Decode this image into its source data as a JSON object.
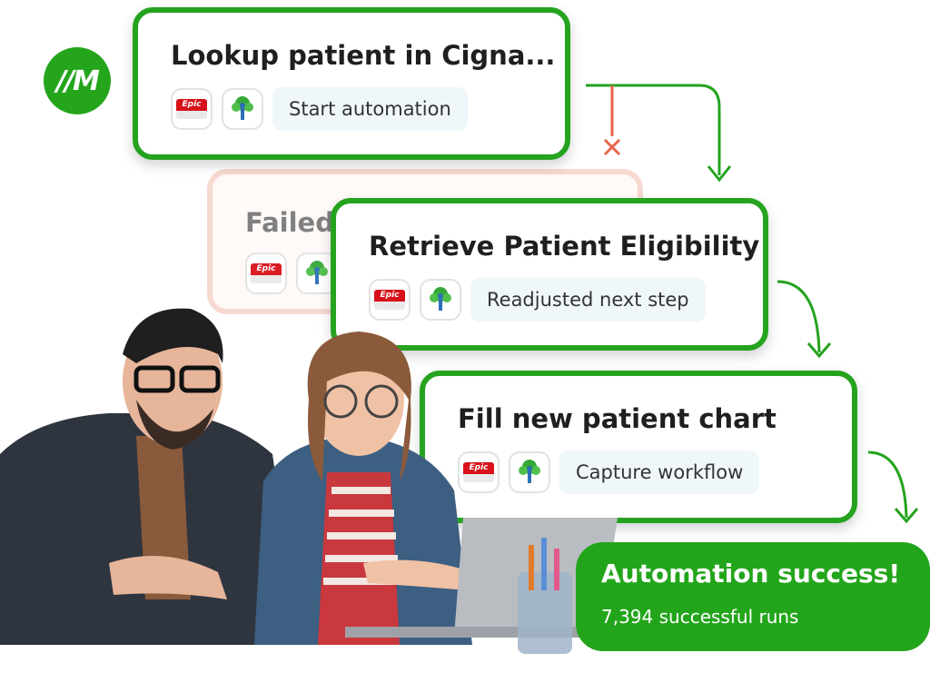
{
  "brand": {
    "logo_text": "//M",
    "accent_color": "#25a31f",
    "error_color": "#e8654a"
  },
  "cards": [
    {
      "title": "Lookup patient in Cigna...",
      "action": "Start automation",
      "status": "active"
    },
    {
      "title": "Failed",
      "status": "failed"
    },
    {
      "title": "Retrieve Patient Eligibility",
      "action": "Readjusted next step",
      "status": "active"
    },
    {
      "title": "Fill new patient chart",
      "action": "Capture workflow",
      "status": "active"
    }
  ],
  "app_icons": {
    "epic_label": "Epic",
    "epic_icon": "epic-logo",
    "cigna_icon": "cigna-tree-logo"
  },
  "success": {
    "title": "Automation success!",
    "subtitle": "7,394 successful runs"
  }
}
